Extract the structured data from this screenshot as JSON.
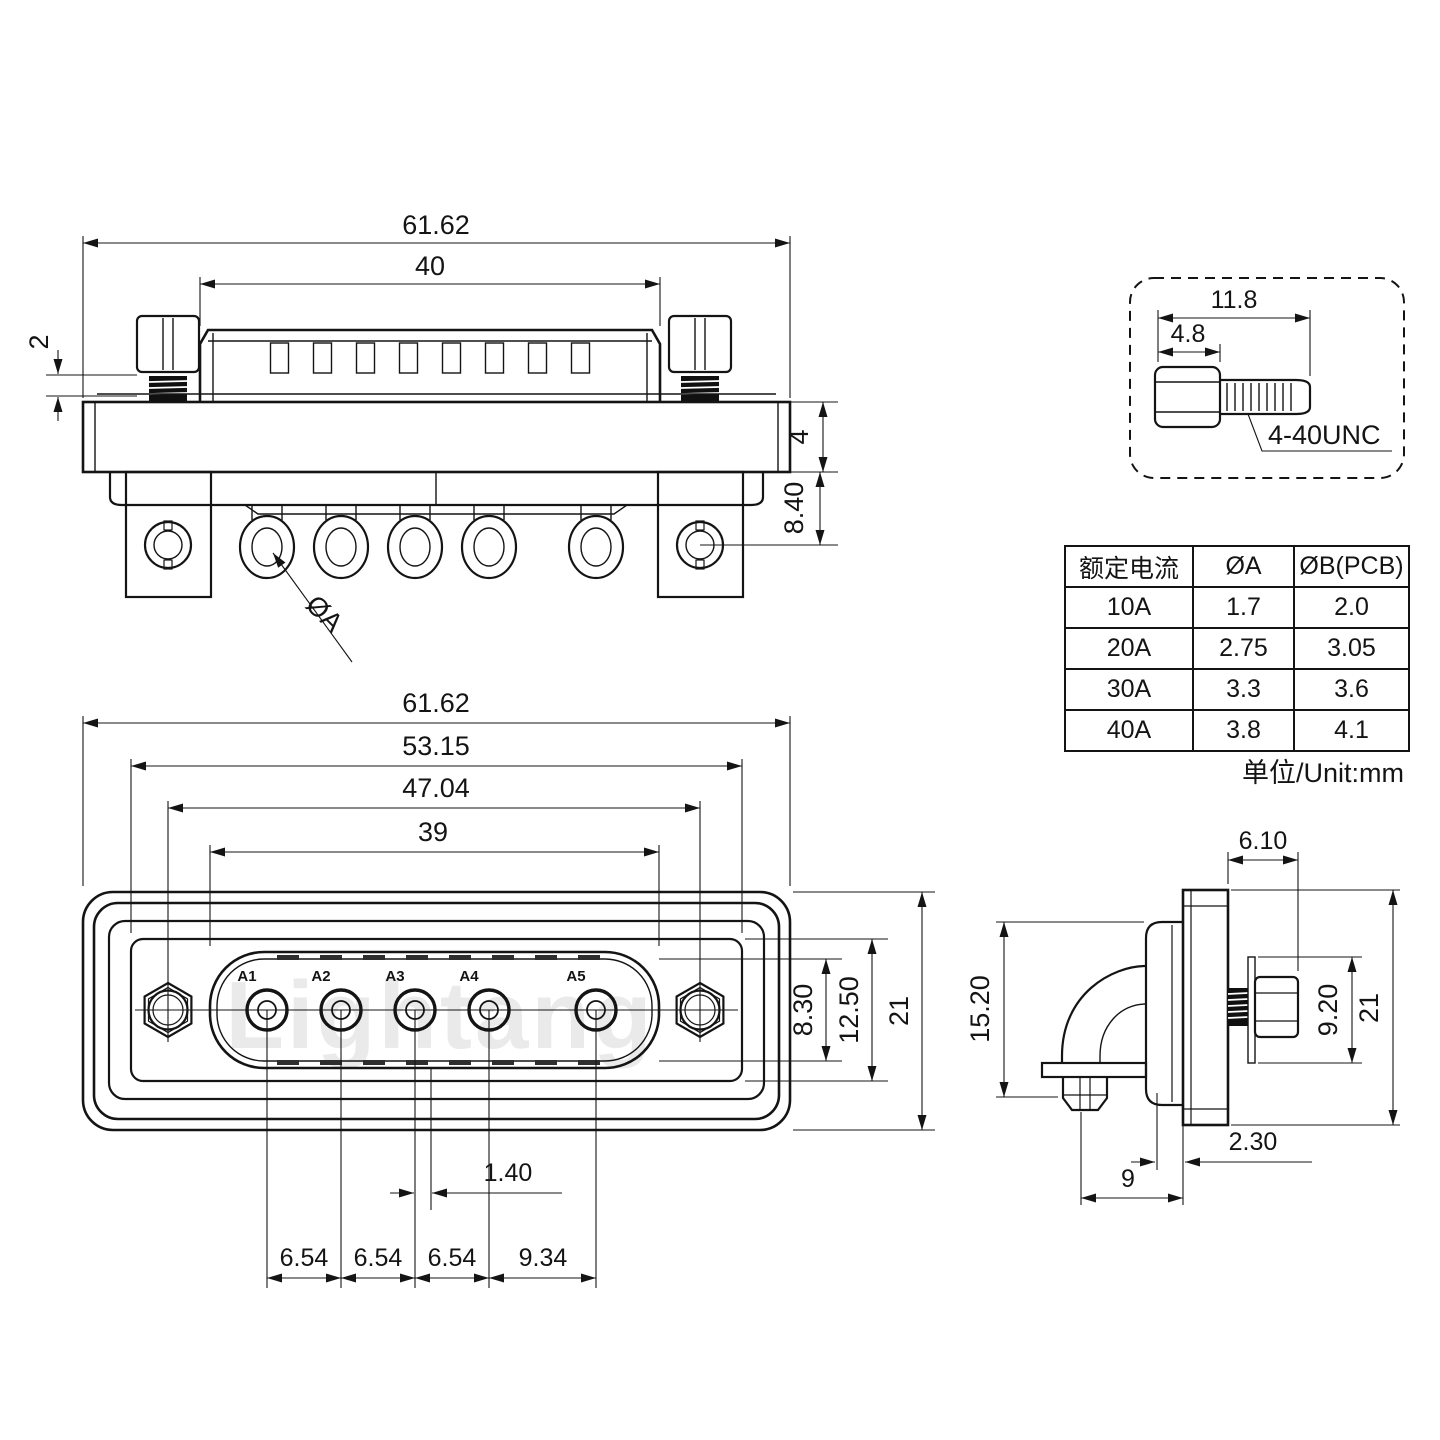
{
  "watermark": "Lightang",
  "units_note": "单位/Unit:mm",
  "top_view": {
    "dim_overall_width": "61.62",
    "dim_insert_width": "40",
    "dim_screw_gap": "2",
    "dim_flange_thickness": "4",
    "dim_tail_length": "8.40",
    "label_pin_dia": "ØA"
  },
  "screw_detail": {
    "dim_total_length": "11.8",
    "dim_head_length": "4.8",
    "label_thread": "4-40UNC"
  },
  "spec_table": {
    "headers": [
      "额定电流",
      "ØA",
      "ØB(PCB)"
    ],
    "rows": [
      [
        "10A",
        "1.7",
        "2.0"
      ],
      [
        "20A",
        "2.75",
        "3.05"
      ],
      [
        "30A",
        "3.3",
        "3.6"
      ],
      [
        "40A",
        "3.8",
        "4.1"
      ]
    ]
  },
  "front_view": {
    "dim_overall_width": "61.62",
    "dim_panel_width": "53.15",
    "dim_mount_spacing": "47.04",
    "dim_shell_width": "39",
    "dim_shell_height": "8.30",
    "dim_panel_height": "12.50",
    "dim_overall_height": "21",
    "dim_center_offset": "1.40",
    "dim_pitch_1": "6.54",
    "dim_pitch_2": "6.54",
    "dim_pitch_3": "6.54",
    "dim_pitch_4": "9.34",
    "pin_labels": [
      "A1",
      "A2",
      "A3",
      "A4",
      "A5"
    ]
  },
  "side_view": {
    "dim_screw_length": "6.10",
    "dim_body_height": "15.20",
    "dim_screw_height": "9.20",
    "dim_overall_height": "21",
    "dim_peg_offset": "2.30",
    "dim_peg_depth": "9"
  }
}
